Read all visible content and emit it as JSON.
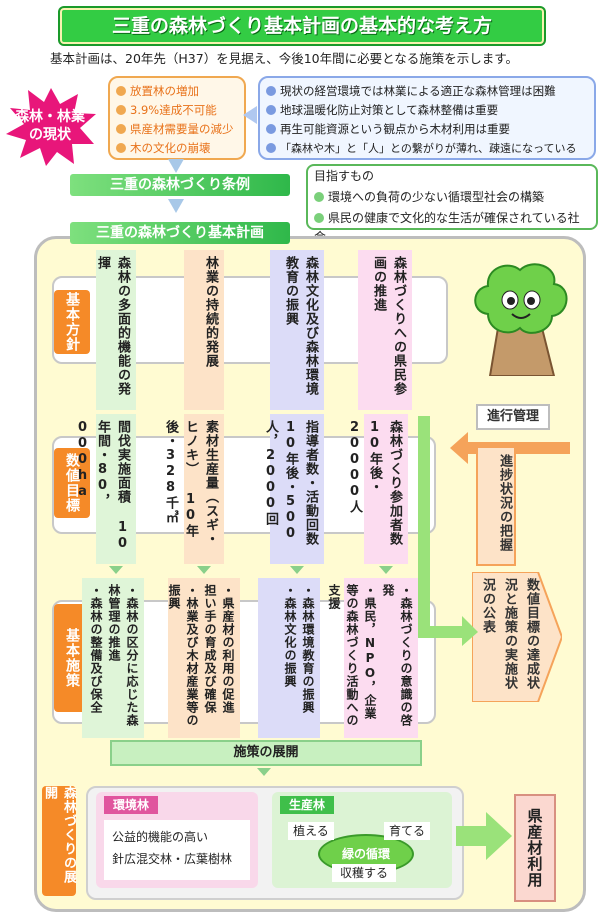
{
  "title": "三重の森林づくり基本計画の基本的な考え方",
  "intro": "基本計画は、20年先（H37）を見据え、今後10年間に必要となる施策を示します。",
  "status_badge": "森林・林業の現状",
  "problems": [
    "放置林の増加",
    "3.9%達成不可能",
    "県産材需要量の減少",
    "木の文化の崩壊"
  ],
  "current_state": [
    "現状の経営環境では林業による適正な森林管理は困難",
    "地球温暖化防止対策として森林整備は重要",
    "再生可能資源という観点から木材利用は重要",
    "「森林や木」と「人」との繋がりが薄れ、疎遠になっている"
  ],
  "ordinance": "三重の森林づくり条例",
  "goals": {
    "heading": "目指すもの",
    "items": [
      "環境への負荷の少ない循環型社会の構築",
      "県民の健康で文化的な生活が確保されている社会"
    ]
  },
  "plan": "三重の森林づくり基本計画",
  "row_labels": {
    "policy": "基本方針",
    "targets": "数値目標",
    "measures": "基本施策",
    "deployment": "森林づくりの展開"
  },
  "columns": [
    {
      "policy": "森林の多面的機能の発揮",
      "target": "間伐実施面積 10年間・80，000ha",
      "measures": [
        "・森林の区分に応じた森林管理の推進",
        "・森林の整備及び保全"
      ],
      "color": "#dff5d8"
    },
    {
      "policy": "林業の持続的発展",
      "target": "素材生産量（スギ・ヒノキ） 10年後・328千㎥",
      "measures": [
        "・県産材の利用の促進",
        "担い手の育成及び確保",
        "・林業及び木材産業等の振興"
      ],
      "color": "#fde3c8"
    },
    {
      "policy": "森林文化及び森林環境教育の振興",
      "target": "指導者数・活動回数 10年後・500人，2000回",
      "measures": [
        "・森林環境教育の振興",
        "・森林文化の振興"
      ],
      "color": "#dcdcf8"
    },
    {
      "policy": "森林づくりへの県民参画の推進",
      "target": "森林づくり参加者数 10年後・20000人",
      "measures": [
        "・森林づくりの意識の啓発",
        "・県民，NPO，企業等の森林づくり活動への支援"
      ],
      "color": "#fcdcf0"
    }
  ],
  "progress": {
    "heading": "進行管理",
    "grasp": "進捗状況の把握",
    "publish": "数値目標の達成状況と施策の実施状況の公表"
  },
  "deployment": {
    "heading": "施策の展開",
    "env_forest": {
      "label": "環境林",
      "desc": [
        "公益的機能の高い",
        "針広混交林・広葉樹林"
      ]
    },
    "prod_forest": {
      "label": "生産林",
      "plant": "植える",
      "grow": "育てる",
      "cycle": "緑の循環",
      "harvest": "収穫する"
    },
    "result": "県産材利用"
  }
}
